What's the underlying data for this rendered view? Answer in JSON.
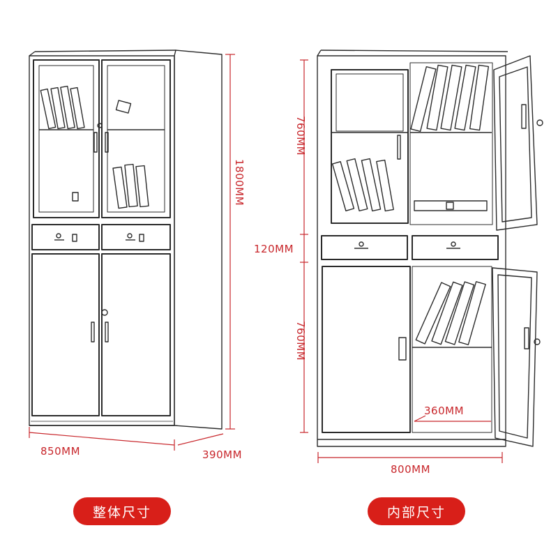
{
  "overall": {
    "height_label": "1800MM",
    "width_label": "850MM",
    "depth_label": "390MM",
    "caption": "整体尺寸"
  },
  "interior": {
    "upper_height_label": "760MM",
    "drawer_height_label": "120MM",
    "lower_height_label": "760MM",
    "shelf_depth_label": "360MM",
    "width_label": "800MM",
    "caption": "内部尺寸"
  },
  "colors": {
    "dimension_red": "#c8262b",
    "pill_red": "#d81f19",
    "line": "#2a2a2a"
  }
}
